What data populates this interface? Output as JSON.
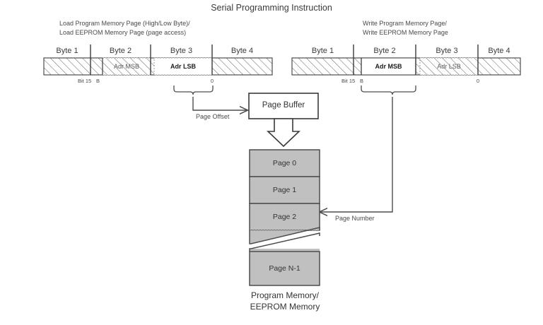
{
  "title": "Serial Programming Instruction",
  "left_group": {
    "caption_line1": "Load Program Memory Page (High/Low Byte)/",
    "caption_line2": "Load EEPROM Memory Page (page access)",
    "byte_labels": [
      "Byte 1",
      "Byte 2",
      "Byte 3",
      "Byte 4"
    ],
    "fields": [
      {
        "label": "Adr MSB",
        "active": false
      },
      {
        "label": "Adr LSB",
        "active": true
      }
    ],
    "bit_labels": {
      "msb": "Bit 15",
      "b": "B",
      "lsb": "0"
    },
    "bracket_label": "Page Offset"
  },
  "right_group": {
    "caption_line1": "Write Program Memory Page/",
    "caption_line2": "Write EEPROM Memory Page",
    "byte_labels": [
      "Byte 1",
      "Byte 2",
      "Byte 3",
      "Byte 4"
    ],
    "fields": [
      {
        "label": "Adr MSB",
        "active": true
      },
      {
        "label": "Adr LSB",
        "active": false
      }
    ],
    "bit_labels": {
      "msb": "Bit 15",
      "b": "B",
      "lsb": "0"
    },
    "bracket_label": "Page Number"
  },
  "page_buffer": {
    "label": "Page Buffer"
  },
  "memory": {
    "pages": [
      "Page 0",
      "Page 1",
      "Page 2",
      "Page N-1"
    ],
    "caption_line1": "Program Memory/",
    "caption_line2": "EEPROM Memory"
  },
  "colors": {
    "page_fill": "#c0c0c0",
    "stroke": "#4d4d4d",
    "dark_stroke": "#3a3a3a",
    "hatch": "#6e6e6e",
    "text": "#3b3b3b",
    "background": "#ffffff"
  }
}
